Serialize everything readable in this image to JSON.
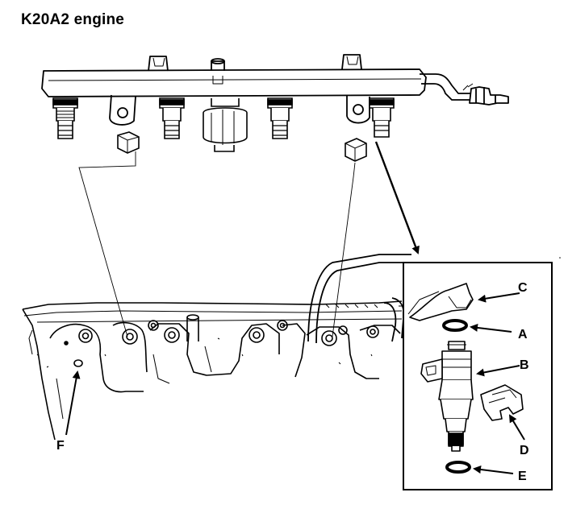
{
  "title": "K20A2 engine",
  "callouts": {
    "A": "A",
    "B": "B",
    "C": "C",
    "D": "D",
    "E": "E",
    "F": "F"
  }
}
